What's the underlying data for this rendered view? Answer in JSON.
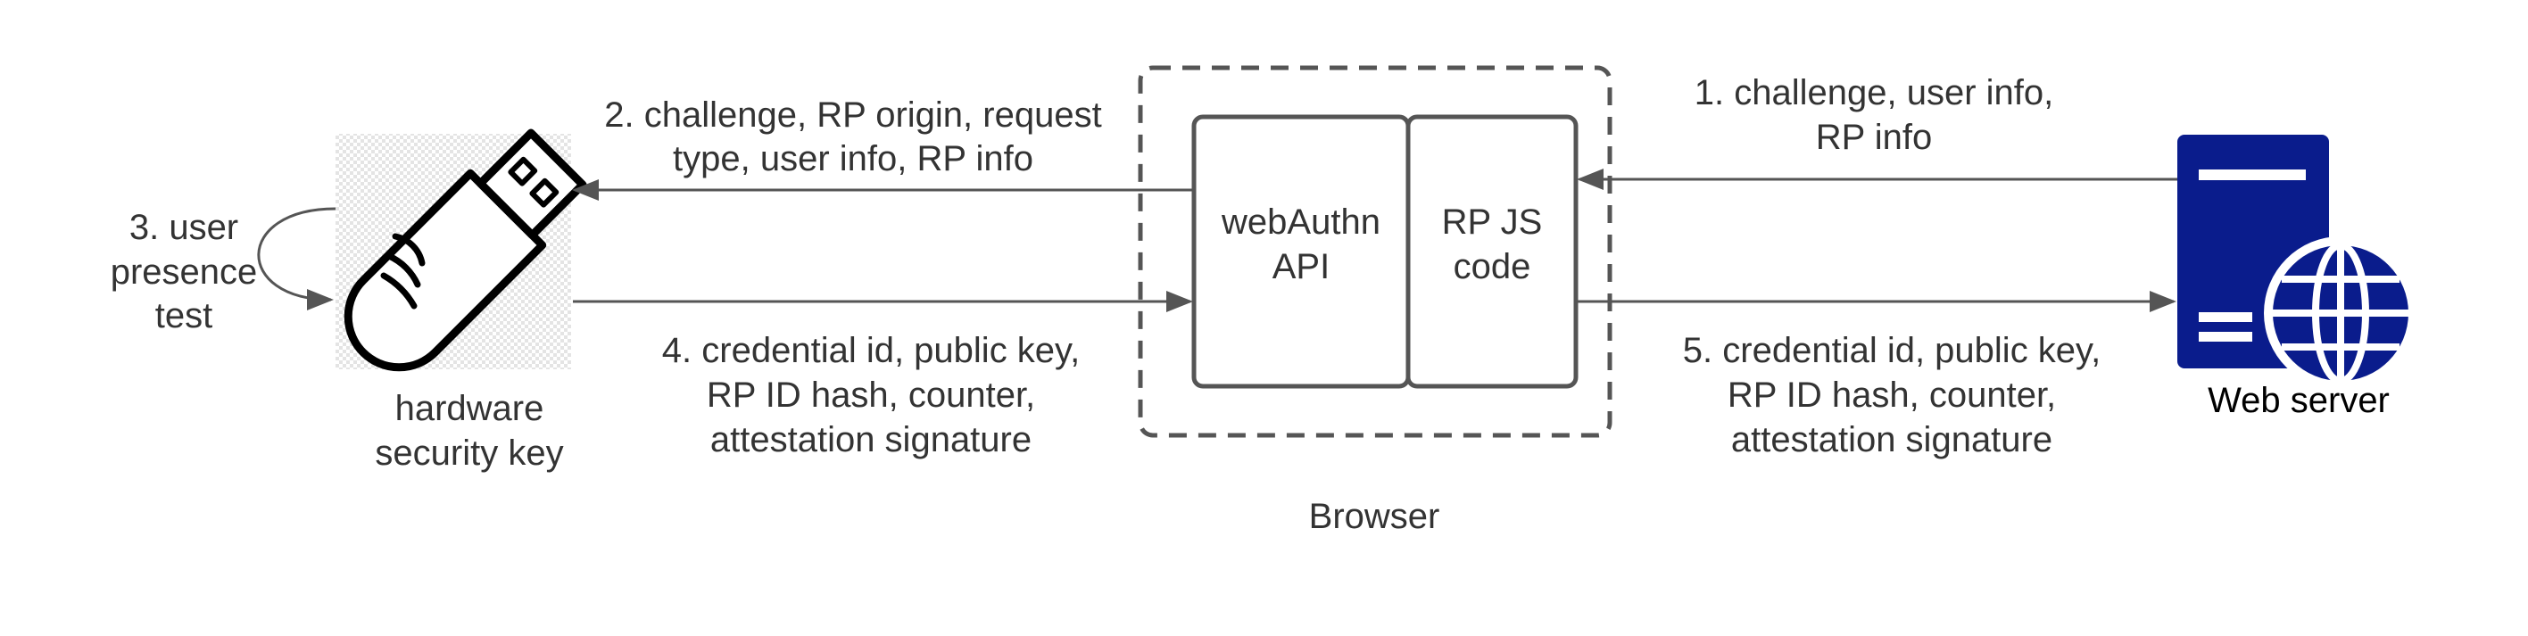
{
  "labels": {
    "step1_line1": "1. challenge, user info,",
    "step1_line2": "RP info",
    "step2_line1": "2. challenge, RP origin, request",
    "step2_line2": "type, user info, RP info",
    "step3_line1": "3. user",
    "step3_line2": "presence",
    "step3_line3": "test",
    "step4_line1": "4. credential id, public key,",
    "step4_line2": "RP ID hash, counter,",
    "step4_line3": "attestation signature",
    "step5_line1": "5. credential id, public key,",
    "step5_line2": "RP ID hash, counter,",
    "step5_line3": "attestation signature",
    "key_line1": "hardware",
    "key_line2": "security key",
    "webauthn_line1": "webAuthn",
    "webauthn_line2": "API",
    "rpjs_line1": "RP JS",
    "rpjs_line2": "code",
    "browser": "Browser",
    "server": "Web server"
  },
  "icons": {
    "security_key": "usb-security-key-icon",
    "server": "server-globe-icon"
  },
  "colors": {
    "line": "#555555",
    "text": "#333333",
    "server_blue": "#0a1c8c"
  }
}
